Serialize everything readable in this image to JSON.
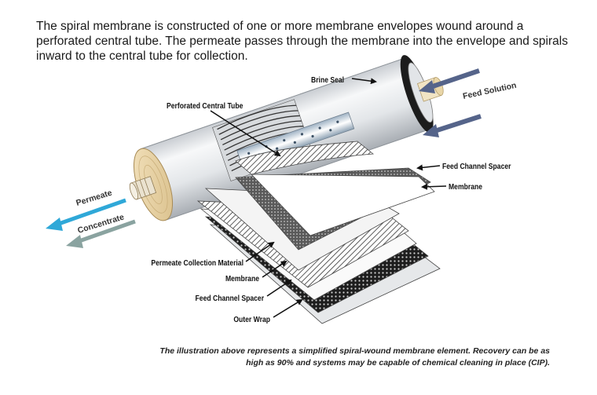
{
  "intro": "The spiral membrane is constructed of one or more membrane envelopes wound around a perforated central tube.  The permeate passes through the membrane into the envelope and spirals inward to the central tube for collection.",
  "labels": {
    "brine_seal": "Brine Seal",
    "perforated_tube": "Perforated Central Tube",
    "feed_solution": "Feed Solution",
    "feed_spacer_top": "Feed Channel Spacer",
    "membrane_top": "Membrane",
    "permeate": "Permeate",
    "concentrate": "Concentrate",
    "permeate_collection": "Permeate Collection Material",
    "membrane_bottom": "Membrane",
    "feed_spacer_bottom": "Feed Channel Spacer",
    "outer_wrap": "Outer Wrap"
  },
  "caption": "The illustration above represents a simplified spiral-wound membrane element. Recovery can be as high as 90% and systems may be capable of chemical cleaning in place (CIP).",
  "colors": {
    "feed_arrow": "#55648a",
    "permeate_arrow": "#2fa8d8",
    "concentrate_arrow": "#8aa3a0",
    "cylinder": "#eceef0",
    "end_cap": "#e8d2a6",
    "seal": "#222222"
  }
}
